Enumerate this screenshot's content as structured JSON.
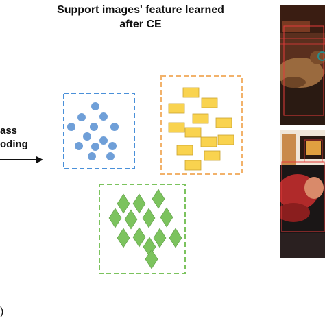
{
  "title_line1": "Support images' feature learned",
  "title_line2": "after CE",
  "side_label_1": "ass",
  "side_label_2": "oding",
  "footer": ")",
  "colors": {
    "blue_border": "#4a90d9",
    "blue_dot": "#6f9fd8",
    "orange_border": "#f2b26b",
    "yellow_rect": "#f9d34f",
    "green_border": "#7cc35e",
    "green_diamond": "#7cc35e"
  },
  "photos": [
    {
      "label": "dog",
      "description_icon": "photo-dog-on-couch"
    },
    {
      "label": "sofa",
      "description_icon": "photo-person-on-sofa"
    }
  ]
}
